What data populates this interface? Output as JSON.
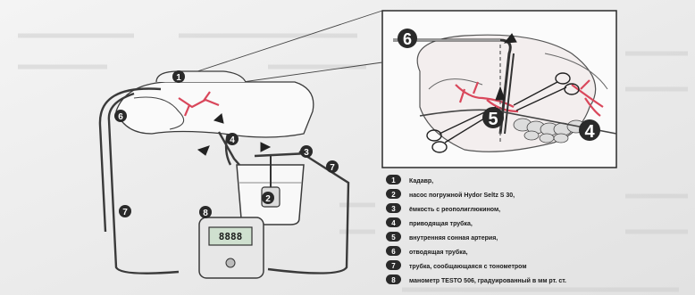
{
  "legend": [
    {
      "num": "1",
      "text": "Кадавр,"
    },
    {
      "num": "2",
      "text": "насос погружной Hydor Seltz S 30,"
    },
    {
      "num": "3",
      "text": "ёмкость с реополиглюкином,"
    },
    {
      "num": "4",
      "text": "приводящая трубка,"
    },
    {
      "num": "5",
      "text": "внутренняя сонная артерия,"
    },
    {
      "num": "6",
      "text": "отводящая трубка,"
    },
    {
      "num": "7",
      "text": "трубка, сообщающаяся с тонометром"
    },
    {
      "num": "8",
      "text": "манометр TESTO 506, градуированный в мм рт. ст."
    }
  ],
  "main_labels": {
    "l1": "1",
    "l2": "2",
    "l3": "3",
    "l4": "4",
    "l6": "6",
    "l7a": "7",
    "l7b": "7",
    "l8": "8"
  },
  "inset_labels": {
    "l4": "4",
    "l5": "5",
    "l6": "6"
  },
  "manometer": {
    "display": "8888"
  }
}
